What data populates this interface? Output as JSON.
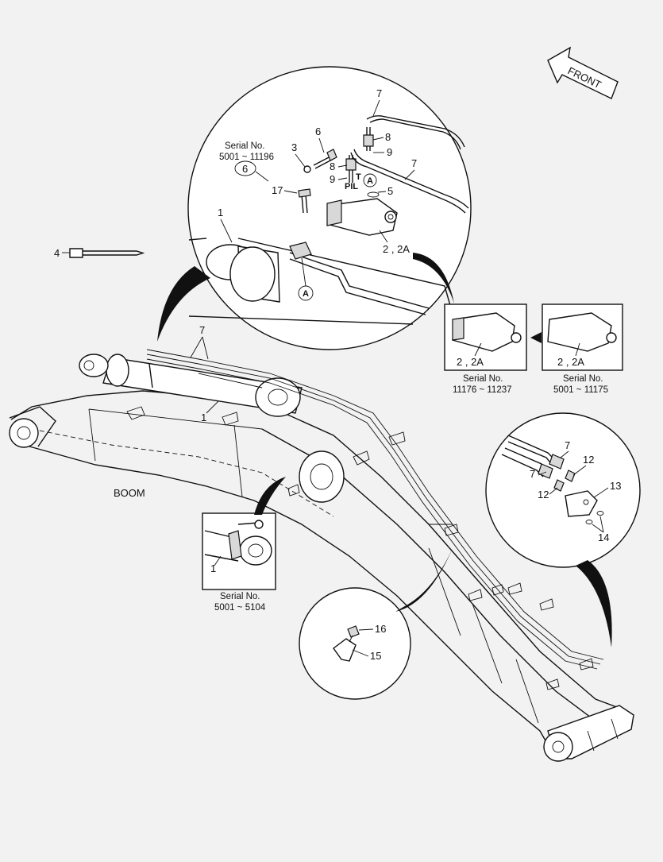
{
  "title": "",
  "front_label": "FRONT",
  "boom_label": "BOOM",
  "serial_label": "Serial No.",
  "serial_ranges": {
    "top_detail": "5001 ~ 11196",
    "valve_new": "11176 ~ 11237",
    "valve_old": "5001 ~ 11175",
    "cylinder_detail": "5001 ~ 5104"
  },
  "callouts": {
    "c1": "1",
    "c2_2a": "2 , 2A",
    "c3": "3",
    "c4": "4",
    "c5": "5",
    "c6": "6",
    "c7": "7",
    "c8": "8",
    "c9": "9",
    "c12": "12",
    "c13": "13",
    "c14": "14",
    "c15": "15",
    "c16": "16",
    "c17": "17",
    "circle_a": "A",
    "port_t": "T",
    "port_pil": "PIL"
  }
}
